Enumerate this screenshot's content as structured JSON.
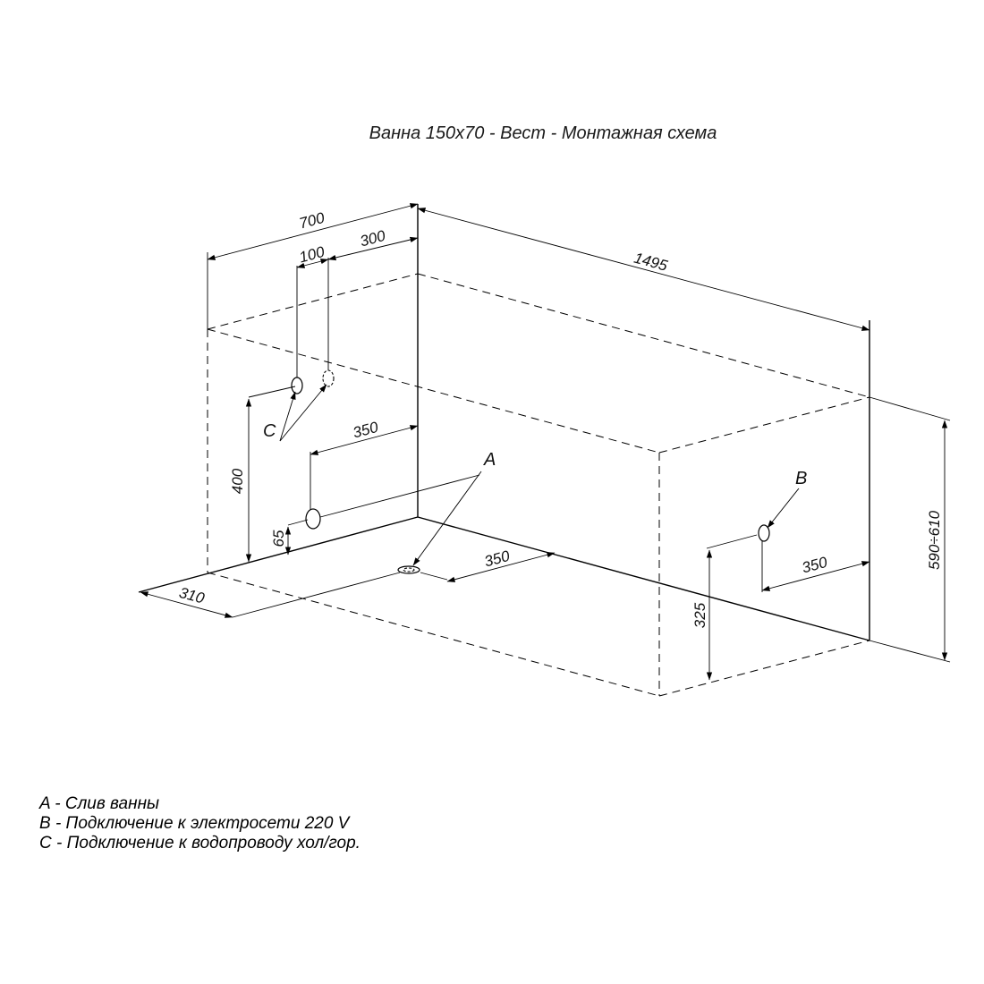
{
  "title": "Ванна 150х70 - Вест - Монтажная схема",
  "dimensions": {
    "width": "700",
    "depth": "1495",
    "inlet_spacing": "100",
    "inlet_offset": "300",
    "inlet_height": "400",
    "side_offset": "350",
    "low_height": "65",
    "drain_offset": "350",
    "drain_side": "310",
    "height": "590÷610",
    "power_offset": "350",
    "power_height": "325"
  },
  "markers": {
    "a": "A",
    "b": "B",
    "c": "C"
  },
  "legend": [
    "A - Слив ванны",
    "B - Подключение к электросети 220 V",
    "C - Подключение к водопроводу хол/гор."
  ]
}
